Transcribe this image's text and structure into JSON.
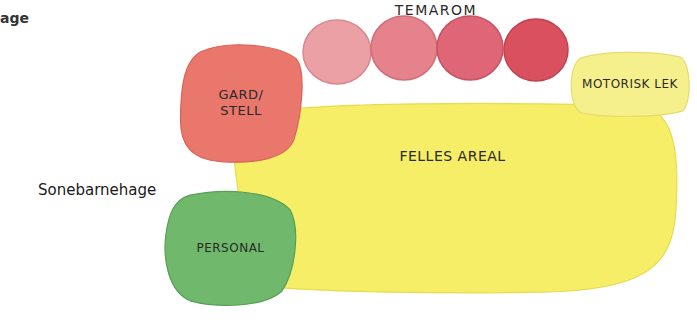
{
  "diagram": {
    "nodes": [
      {
        "text": [
          "GARD/ STELL"
        ]
      },
      {
        "text": [
          "MOTORISK LEK"
        ]
      },
      {
        "text": [
          "FELLES AREAL"
        ]
      },
      {
        "text": [
          "PERSONAL"
        ]
      }
    ],
    "labels": [
      "age",
      "TEMAROM",
      "Sonebarnehage"
    ]
  }
}
